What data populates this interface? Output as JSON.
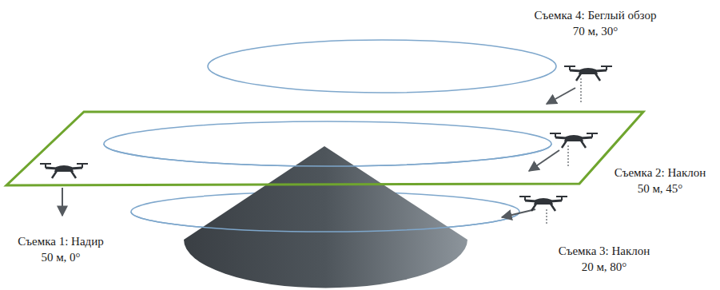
{
  "diagram": {
    "labels": [
      "Съемка 4: Беглый обзор",
      "70 м, 30°",
      "Съемка 2: Наклон",
      "50 м, 45°",
      "Съемка 1: Надир",
      "50 м, 0°",
      "Съемка 3: Наклон",
      "20 м, 80°"
    ]
  }
}
